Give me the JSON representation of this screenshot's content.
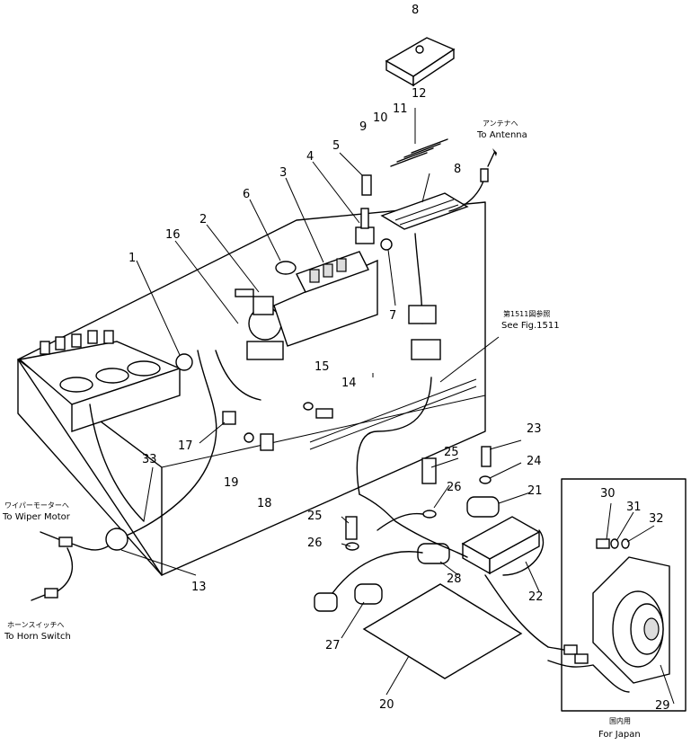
{
  "callouts": [
    {
      "id": "1",
      "text": "1"
    },
    {
      "id": "2",
      "text": "2"
    },
    {
      "id": "3",
      "text": "3"
    },
    {
      "id": "4",
      "text": "4"
    },
    {
      "id": "5",
      "text": "5"
    },
    {
      "id": "6",
      "text": "6"
    },
    {
      "id": "7",
      "text": "7"
    },
    {
      "id": "8a",
      "text": "8"
    },
    {
      "id": "8b",
      "text": "8"
    },
    {
      "id": "9",
      "text": "9"
    },
    {
      "id": "10",
      "text": "10"
    },
    {
      "id": "11",
      "text": "11"
    },
    {
      "id": "12",
      "text": "12"
    },
    {
      "id": "13",
      "text": "13"
    },
    {
      "id": "14",
      "text": "14"
    },
    {
      "id": "15",
      "text": "15"
    },
    {
      "id": "16",
      "text": "16"
    },
    {
      "id": "17",
      "text": "17"
    },
    {
      "id": "18",
      "text": "18"
    },
    {
      "id": "19",
      "text": "19"
    },
    {
      "id": "20",
      "text": "20"
    },
    {
      "id": "21",
      "text": "21"
    },
    {
      "id": "22",
      "text": "22"
    },
    {
      "id": "23",
      "text": "23"
    },
    {
      "id": "24",
      "text": "24"
    },
    {
      "id": "25a",
      "text": "25"
    },
    {
      "id": "25b",
      "text": "25"
    },
    {
      "id": "26a",
      "text": "26"
    },
    {
      "id": "26b",
      "text": "26"
    },
    {
      "id": "27",
      "text": "27"
    },
    {
      "id": "28",
      "text": "28"
    },
    {
      "id": "29",
      "text": "29"
    },
    {
      "id": "30",
      "text": "30"
    },
    {
      "id": "31",
      "text": "31"
    },
    {
      "id": "32",
      "text": "32"
    },
    {
      "id": "33",
      "text": "33"
    }
  ],
  "labels": {
    "antenna_jp": "アンテナへ",
    "antenna_en": "To Antenna",
    "fig_ref_jp": "第1511図参照",
    "fig_ref_en": "See Fig.1511",
    "wiper_jp": "ワイパーモーターへ",
    "wiper_en": "To Wiper Motor",
    "horn_jp": "ホーンスイッチへ",
    "horn_en": "To Horn Switch",
    "japan_jp": "国内用",
    "japan_en": "For Japan"
  }
}
